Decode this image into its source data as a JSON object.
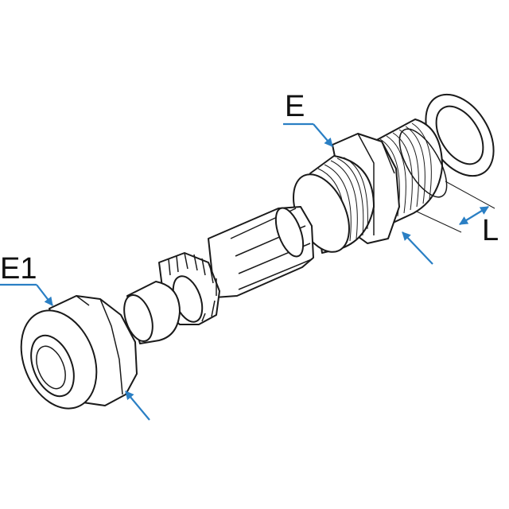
{
  "labels": {
    "e": "E",
    "e1": "E1",
    "l": "L"
  },
  "colors": {
    "leader": "#2a7fc4",
    "outline": "#1a1a1a"
  }
}
